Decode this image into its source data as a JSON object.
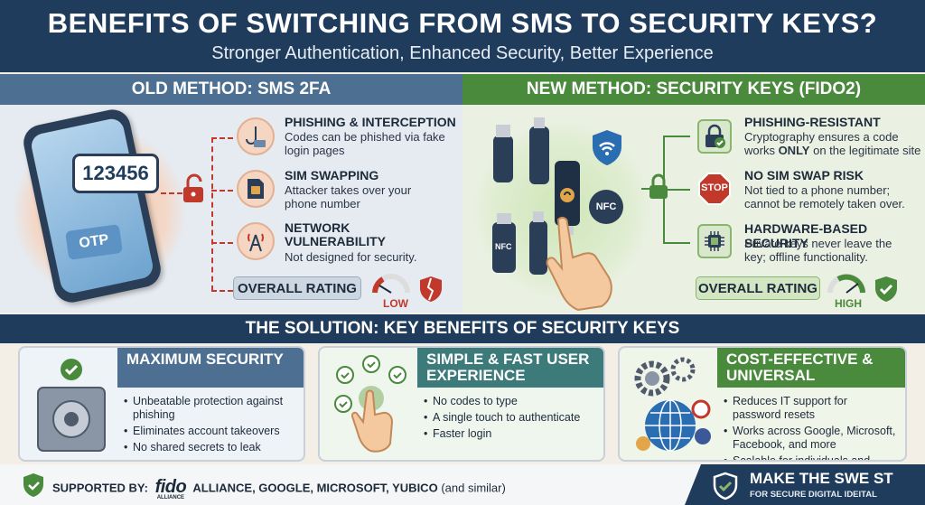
{
  "header": {
    "title": "Benefits of Switching from SMS to Security Keys?",
    "subtitle": "Stronger Authentication, Enhanced Security, Better Experience"
  },
  "old_method": {
    "heading": "OLD METHOD: SMS 2FA",
    "code": "123456",
    "otp": "OTP",
    "risks": [
      {
        "title": "PHISHING & INTERCEPTION",
        "desc": "Codes can be phished via fake login pages",
        "icon": "fishhook-icon"
      },
      {
        "title": "SIM SWAPPING",
        "desc": "Attacker takes over your phone number",
        "icon": "sim-card-icon"
      },
      {
        "title": "NETWORK VULNERABILITY",
        "desc": "Not designed for security.",
        "icon": "cell-tower-icon"
      }
    ],
    "rating_label": "OVERALL RATING",
    "rating_value": "LOW",
    "rating_level": 0.15
  },
  "new_method": {
    "heading": "NEW METHOD: SECURITY KEYS (FIDO2)",
    "nfc_1": "NFC",
    "nfc_2": "NFC",
    "benefits": [
      {
        "title": "PHISHING-RESISTANT",
        "desc_1": "Cryptography ensures a code",
        "desc_2_pre": "works ",
        "desc_2_strong": "ONLY",
        "desc_2_post": " on the legitimate site",
        "icon": "lock-check-icon"
      },
      {
        "title": "NO SIM SWAP RISK",
        "desc": "Not tied to a phone number; cannot be remotely taken over.",
        "icon": "stop-sign-icon",
        "stop": "STOP"
      },
      {
        "title": "HARDWARE-BASED SECURITY",
        "desc": "Private keys never leave the key; offline functionality.",
        "icon": "chip-icon"
      }
    ],
    "rating_label": "OVERALL RATING",
    "rating_value": "HIGH",
    "rating_level": 0.9
  },
  "solution": {
    "heading": "THE SOLUTION: KEY BENEFITS OF SECURITY KEYS",
    "cards": [
      {
        "title": "MAXIMUM SECURITY",
        "items": [
          "Unbeatable protection against phishing",
          "Eliminates account takeovers",
          "No shared secrets to leak"
        ]
      },
      {
        "title": "SIMPLE & FAST USER EXPERIENCE",
        "items": [
          "No codes to type",
          "A single touch to authenticate",
          "Faster login"
        ]
      },
      {
        "title": "COST-EFFECTIVE & UNIVERSAL",
        "items": [
          "Reduces IT support for password resets",
          "Works across Google, Microsoft, Facebook, and more",
          "Scalable for individuals and enterprise"
        ]
      }
    ]
  },
  "footer": {
    "supported_label": "SUPPORTED BY:",
    "fido": "fido",
    "fido_sub": "ALLIANCE",
    "partners": "ALLIANCE, GOOGLE, MICROSOFT, YUBICO",
    "similar": "(and similar)",
    "cta_1": "MAKE THE SWE ST",
    "cta_2": "FOR SECURE DIGITAL IDEITAL"
  },
  "colors": {
    "navy": "#1f3c5c",
    "old_blue": "#4d6f92",
    "new_green": "#4a8a3c",
    "risk_red": "#c0392b"
  }
}
